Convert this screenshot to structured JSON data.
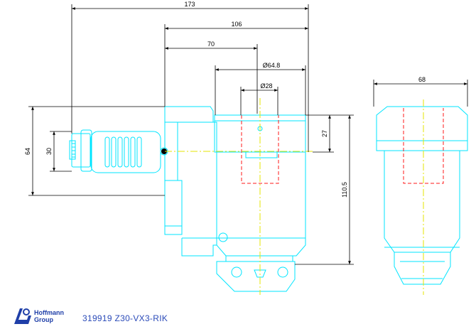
{
  "drawing": {
    "dimensions": {
      "total_length": "173",
      "body_length": "106",
      "spindle_offset": "70",
      "flange_diameter": "Ø64.8",
      "bore_diameter": "Ø28",
      "side_width": "68",
      "motor_height": "64",
      "connector_height": "30",
      "flange_height": "27",
      "body_height": "110.5"
    },
    "colors": {
      "outline": "#00e5ff",
      "dimension": "#000000",
      "centerline": "#e6e600",
      "hidden": "#ff1a1a",
      "brand": "#1f3fa8"
    }
  },
  "footer": {
    "logo_line1": "Hoffmann",
    "logo_line2": "Group",
    "part_number": "319919 Z30-VX3-RIK"
  }
}
